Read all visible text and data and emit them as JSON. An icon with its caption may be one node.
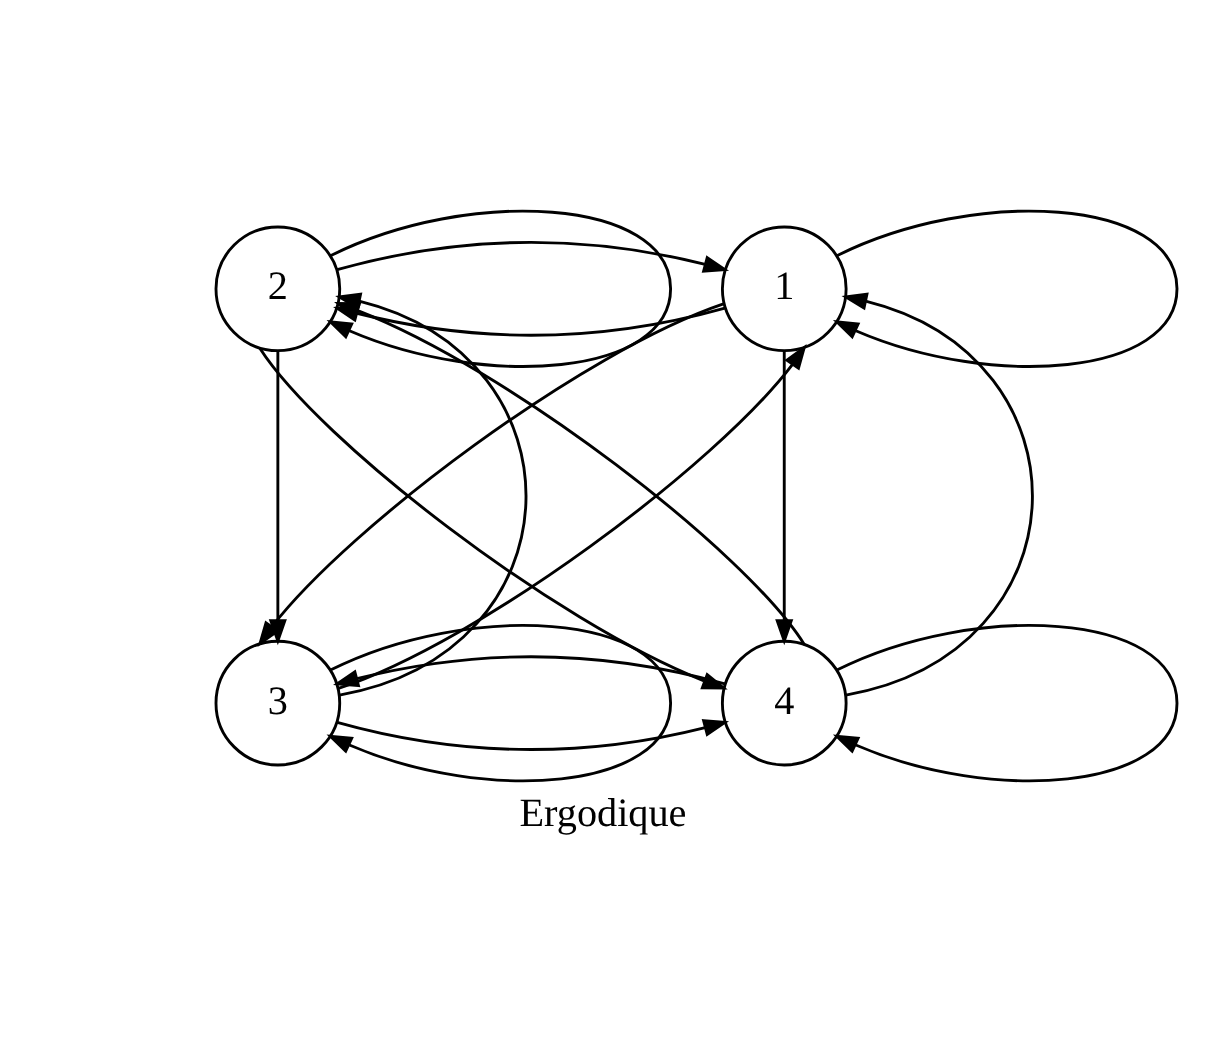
{
  "diagram": {
    "caption": "Ergodique",
    "nodes": [
      {
        "text": [
          "1"
        ]
      },
      {
        "text": [
          "2"
        ]
      },
      {
        "text": [
          "3"
        ]
      },
      {
        "text": [
          "4"
        ]
      }
    ],
    "edges": [
      {
        "from": 0,
        "to": 0,
        "arrow": "to"
      },
      {
        "from": 0,
        "to": 1,
        "arrow": "to"
      },
      {
        "from": 1,
        "to": 0,
        "arrow": "to"
      },
      {
        "from": 0,
        "to": 2,
        "arrow": "to"
      },
      {
        "from": 0,
        "to": 3,
        "arrow": "to"
      },
      {
        "from": 3,
        "to": 0,
        "arrow": "to"
      },
      {
        "from": 2,
        "to": 0,
        "arrow": "to"
      },
      {
        "from": 1,
        "to": 1,
        "arrow": "to"
      },
      {
        "from": 3,
        "to": 1,
        "arrow": "to"
      },
      {
        "from": 1,
        "to": 3,
        "arrow": "to"
      },
      {
        "from": 1,
        "to": 2,
        "arrow": "to"
      },
      {
        "from": 2,
        "to": 1,
        "arrow": "to"
      },
      {
        "from": 2,
        "to": 2,
        "arrow": "to"
      },
      {
        "from": 2,
        "to": 3,
        "arrow": "to"
      },
      {
        "from": 3,
        "to": 2,
        "arrow": "to"
      },
      {
        "from": 3,
        "to": 3,
        "arrow": "to"
      }
    ]
  }
}
